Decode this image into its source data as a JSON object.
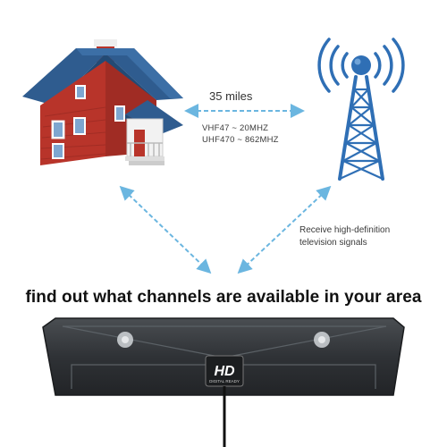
{
  "distance_label": "35 miles",
  "frequency": {
    "vhf": "VHF47 ~ 20MHZ",
    "uhf": "UHF470 ~ 862MHZ"
  },
  "receive_text": {
    "line1": "Receive high-definition",
    "line2": "television signals"
  },
  "headline": "find out what channels are available in your area",
  "antenna_badge": {
    "main": "HD",
    "sub": "DIGITAL READY"
  },
  "colors": {
    "roof": "#2f5c8f",
    "house_wall": "#b8342a",
    "tower": "#2f6fb5",
    "arrow": "#6bb6e0",
    "antenna": "#2a2d30"
  },
  "icons": [
    "house-icon",
    "tower-icon",
    "signal-waves-icon",
    "antenna-panel-icon",
    "suction-cup-icon"
  ]
}
